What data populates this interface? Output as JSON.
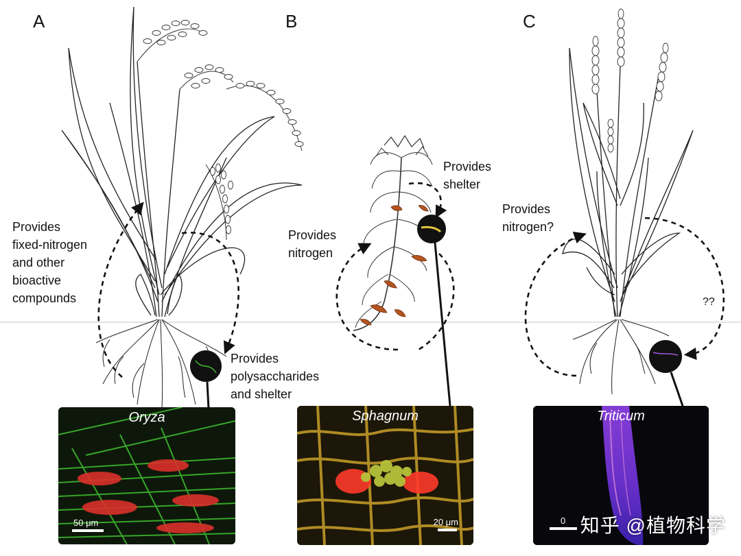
{
  "panels": {
    "a": {
      "letter": "A",
      "label_fixed_nitrogen": [
        "Provides",
        "fixed-nitrogen",
        "and other",
        "bioactive",
        "compounds"
      ],
      "label_polysaccharides": [
        "Provides",
        "polysaccharides",
        "and shelter"
      ],
      "micro_title": "Oryza",
      "scale_bar": "50 μm"
    },
    "b": {
      "letter": "B",
      "label_shelter": [
        "Provides",
        "shelter"
      ],
      "label_nitrogen": [
        "Provides",
        "nitrogen"
      ],
      "micro_title": "Sphagnum",
      "scale_bar": "20 μm"
    },
    "c": {
      "letter": "C",
      "label_nitrogen": [
        "Provides",
        "nitrogen?"
      ],
      "label_unknown": "??",
      "micro_title": "Triticum",
      "scale_bar": "0"
    }
  },
  "watermark": "知乎 @植物科学",
  "colors": {
    "fluor_green": "#3fbf2f",
    "fluor_red": "#d9302a",
    "sphagnum_yellow": "#c9a02a",
    "triticum_purple": "#7a3ad0",
    "moss_brown": "#b5541f"
  }
}
